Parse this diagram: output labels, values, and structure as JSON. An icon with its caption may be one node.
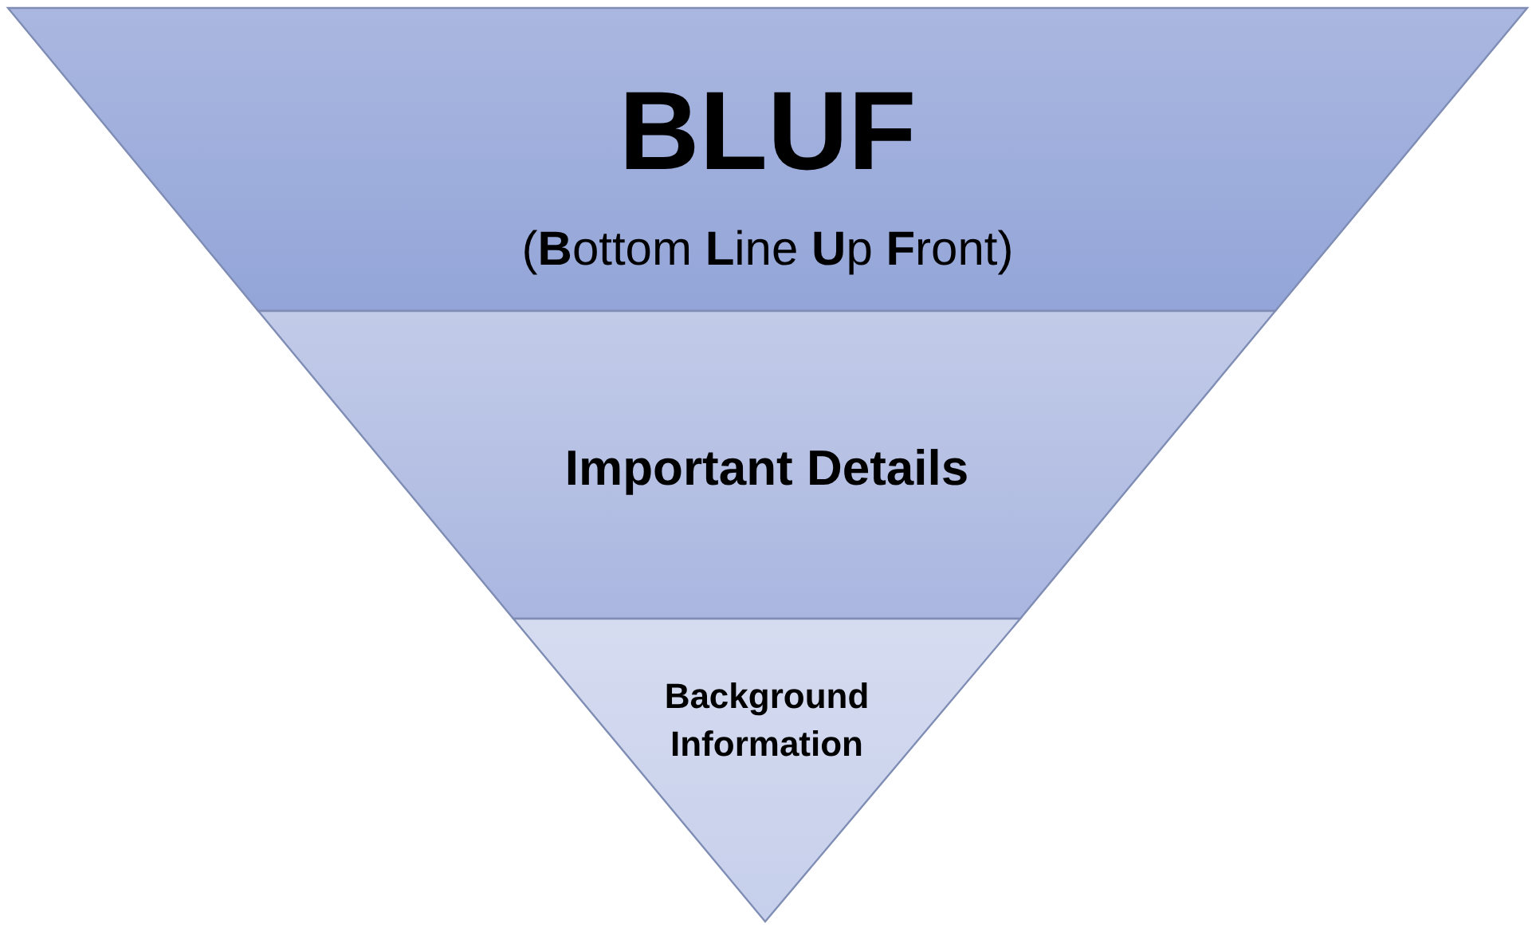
{
  "diagram": {
    "nodes": [
      {
        "text": [
          "BLUF",
          "(**B**ottom **L**ine **U**p **F**ront)"
        ]
      },
      {
        "text": [
          "Important Details"
        ]
      },
      {
        "text": [
          "Background Information"
        ]
      }
    ]
  }
}
